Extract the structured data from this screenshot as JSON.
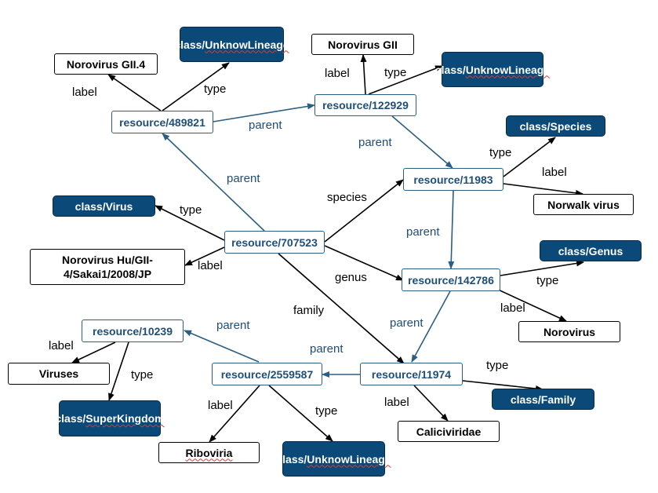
{
  "colors": {
    "resource_edge": "#2b5f82",
    "other_edge": "#000000",
    "class_fill": "#0b4a78"
  },
  "nodes": {
    "n489821": {
      "pre": "resource/489821",
      "sq": ""
    },
    "n122929": {
      "pre": "resource/122929",
      "sq": ""
    },
    "n11983": {
      "pre": "resource/11983",
      "sq": ""
    },
    "n707523": {
      "pre": "resource/707523",
      "sq": ""
    },
    "n142786": {
      "pre": "resource/142786",
      "sq": ""
    },
    "n10239": {
      "pre": "resource/10239",
      "sq": ""
    },
    "n2559587": {
      "pre": "resource/2559587",
      "sq": ""
    },
    "n11974": {
      "pre": "resource/11974",
      "sq": ""
    },
    "c_unk1": {
      "pre": "class/",
      "sq": "UnknowLineage"
    },
    "c_unk2": {
      "pre": "class/",
      "sq": "UnknowLineage"
    },
    "c_unk3": {
      "pre": "class/",
      "sq": "UnknowLineage"
    },
    "c_species": {
      "pre": "class/Species",
      "sq": ""
    },
    "c_virus": {
      "pre": "class/Virus",
      "sq": ""
    },
    "c_genus": {
      "pre": "class/Genus",
      "sq": ""
    },
    "c_family": {
      "pre": "class/Family",
      "sq": ""
    },
    "c_superk": {
      "pre": "class/",
      "sq": "SuperKingdom"
    },
    "l_gii4": {
      "pre": "Norovirus GII.4",
      "sq": ""
    },
    "l_gii": {
      "pre": "Norovirus GII",
      "sq": ""
    },
    "l_norwalk": {
      "pre": "Norwalk virus",
      "sq": ""
    },
    "l_hu": {
      "pre": "Norovirus Hu/GII-4/Sakai1/2008/JP",
      "sq": ""
    },
    "l_norovirus": {
      "pre": "Norovirus",
      "sq": ""
    },
    "l_viruses": {
      "pre": "Viruses",
      "sq": ""
    },
    "l_calici": {
      "pre": "Caliciviridae",
      "sq": ""
    },
    "l_ribo": {
      "pre": "",
      "sq": "Riboviria"
    }
  },
  "edge_labels": {
    "e1": "label",
    "e2": "type",
    "e3": "label",
    "e4": "type",
    "e5": "parent",
    "e6": "parent",
    "e7": "type",
    "e8": "label",
    "e9": "parent",
    "e10": "species",
    "e11": "type",
    "e12": "label",
    "e13": "parent",
    "e14": "genus",
    "e15": "type",
    "e16": "label",
    "e17": "family",
    "e18": "parent",
    "e19": "parent",
    "e20": "parent",
    "e21": "label",
    "e22": "type",
    "e23": "label",
    "e24": "type",
    "e25": "type",
    "e26": "label"
  }
}
